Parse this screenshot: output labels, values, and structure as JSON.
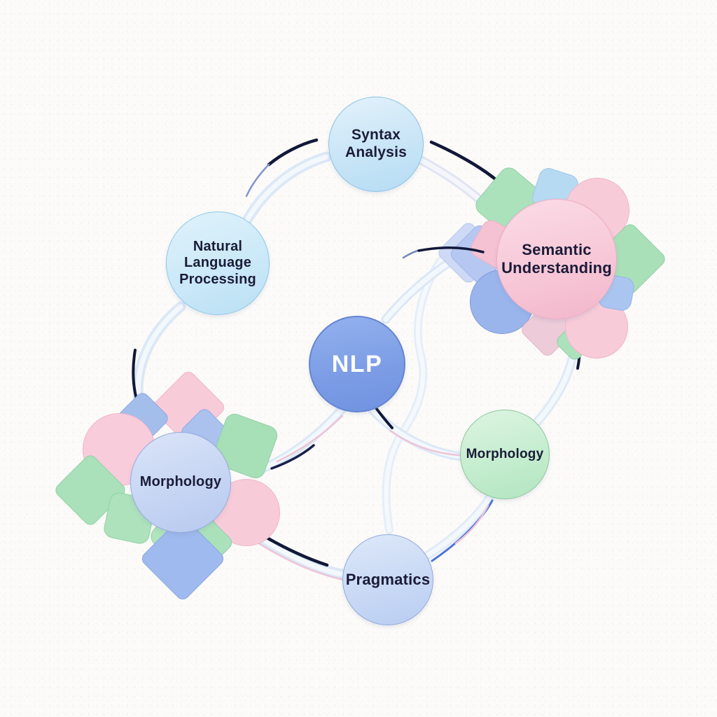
{
  "diagram": {
    "type": "concept-map",
    "topic": "Natural Language Processing",
    "nodes": {
      "center": {
        "label": "NLP"
      },
      "syntax_analysis": {
        "line1": "Syntax",
        "line2": "Analysis"
      },
      "natural_language_processing": {
        "line1": "Natural",
        "line2": "Language",
        "line3": "Processing"
      },
      "semantic_understanding": {
        "line1": "Semantic",
        "line2": "Understanding"
      },
      "morphology_left": {
        "label": "Morphology"
      },
      "morphology_right": {
        "label": "Morphology"
      },
      "pragmatics": {
        "label": "Pragmatics"
      }
    },
    "connections": [
      {
        "from": "syntax_analysis",
        "to": "natural_language_processing"
      },
      {
        "from": "natural_language_processing",
        "to": "morphology_left"
      },
      {
        "from": "morphology_left",
        "to": "pragmatics"
      },
      {
        "from": "pragmatics",
        "to": "morphology_right"
      },
      {
        "from": "morphology_right",
        "to": "semantic_understanding"
      },
      {
        "from": "syntax_analysis",
        "to": "semantic_understanding"
      },
      {
        "from": "semantic_understanding",
        "to": "center"
      },
      {
        "from": "center",
        "to": "morphology_right"
      },
      {
        "from": "center",
        "to": "morphology_left"
      },
      {
        "from": "semantic_understanding",
        "to": "pragmatics"
      }
    ],
    "colors": {
      "background": "#fcfbf9",
      "label_text": "#1b1c38",
      "center_text": "#ffffff",
      "ribbon": "#dde9f6",
      "ribbon_highlight": "#f3f8fd",
      "navy_accent": "#111839",
      "pink_accent": "#eec3d6",
      "blue_accent": "#4d77d6",
      "node_syntax": "#cde7f7",
      "node_nlp_full": "#cdeaf8",
      "node_center": "#7b9ce5",
      "node_semantic": "#f7c8d8",
      "node_morphology_left": "#c6d5f3",
      "node_morphology_right": "#c5edcf",
      "node_pragmatics": "#c9d9f5",
      "decor_green": "#abe2bb",
      "decor_pink": "#f8cbd9",
      "decor_blue": "#9fbaee"
    }
  }
}
